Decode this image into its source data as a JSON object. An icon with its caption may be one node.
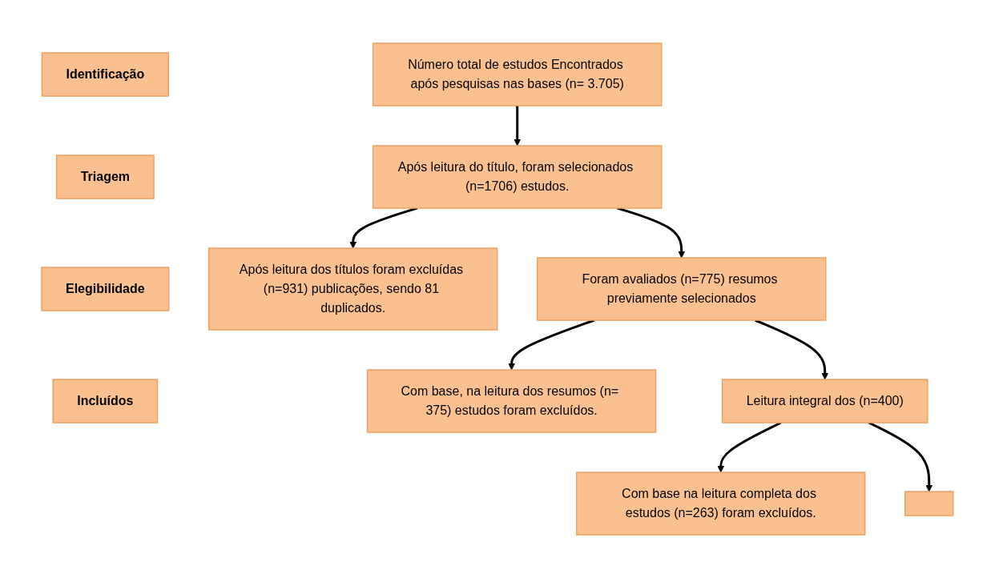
{
  "diagram": {
    "nodes": [
      {
        "text": [
          "Identificação"
        ]
      },
      {
        "text": [
          "Número total de estudos Encontrados após pesquisas nas bases (n= 3.705)"
        ]
      },
      {
        "text": [
          "Triagem"
        ]
      },
      {
        "text": [
          "Após leitura do título, foram selecionados (n=1706) estudos."
        ]
      },
      {
        "text": [
          "Após leitura dos títulos foram excluídas (n=931) publicações, sendo 81 duplicados."
        ]
      },
      {
        "text": [
          "Elegibilidade"
        ]
      },
      {
        "text": [
          "Foram avaliados (n=775) resumos previamente selecionados"
        ]
      },
      {
        "text": [
          "Com base, na leitura dos resumos (n= 375) estudos foram excluídos."
        ]
      },
      {
        "text": [
          "Incluídos"
        ]
      },
      {
        "text": [
          "Leitura integral dos (n=400)"
        ]
      },
      {
        "text": [
          "Com base na leitura completa dos estudos (n=263) foram excluídos."
        ]
      },
      {
        "text": [],
        "shape": "box"
      }
    ],
    "edges": [
      {
        "from": 1,
        "to": 3,
        "arrow": "to"
      },
      {
        "from": 3,
        "to": 4,
        "arrow": "to"
      },
      {
        "from": 3,
        "to": 6,
        "arrow": "to"
      },
      {
        "from": 6,
        "to": 7,
        "arrow": "to"
      },
      {
        "from": 6,
        "to": 9,
        "arrow": "to"
      },
      {
        "from": 9,
        "to": 10,
        "arrow": "to"
      },
      {
        "from": 9,
        "to": 11,
        "arrow": "to"
      }
    ]
  }
}
